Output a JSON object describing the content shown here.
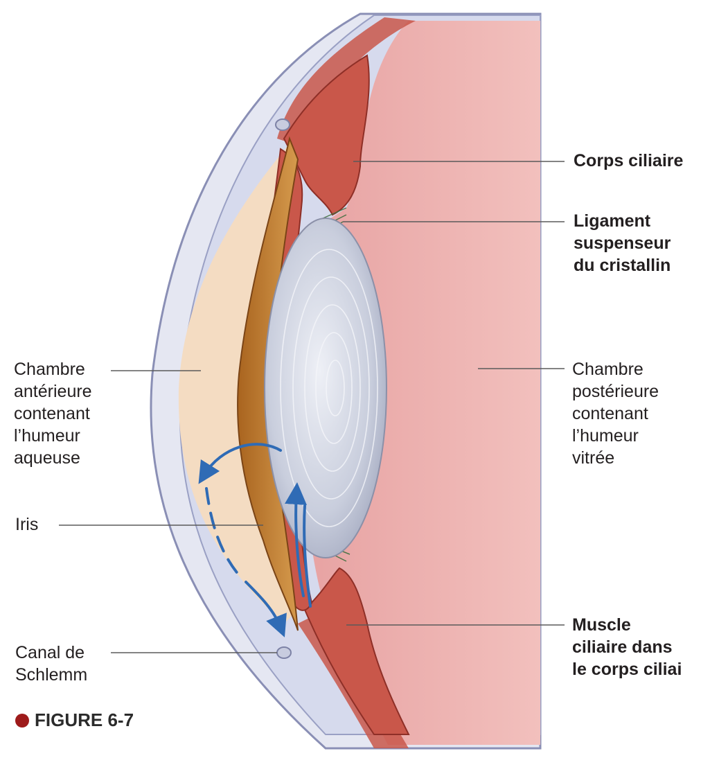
{
  "labels": {
    "corps_ciliaire": "Corps ciliaire",
    "ligament": [
      "Ligament",
      "suspenseur",
      "du cristallin"
    ],
    "chambre_anterieure": [
      "Chambre",
      "antérieure",
      "contenant",
      "l’humeur",
      "aqueuse"
    ],
    "chambre_posterieure": [
      "Chambre",
      "postérieure",
      "contenant",
      "l’humeur",
      "vitrée"
    ],
    "iris": "Iris",
    "canal": [
      "Canal de",
      "Schlemm"
    ],
    "muscle": [
      "Muscle",
      "ciliaire dans",
      "le corps ciliai"
    ]
  },
  "figure": {
    "caption": "FIGURE 6-7"
  },
  "colors": {
    "vitreous": "#e9a8a8",
    "ciliary": "#c9574a",
    "iris": "#b8742e",
    "lens": "#c7ccdb",
    "cornea": "#d8dcef",
    "aqueous": "#f5dcc0",
    "arrow": "#2f6bb5"
  }
}
